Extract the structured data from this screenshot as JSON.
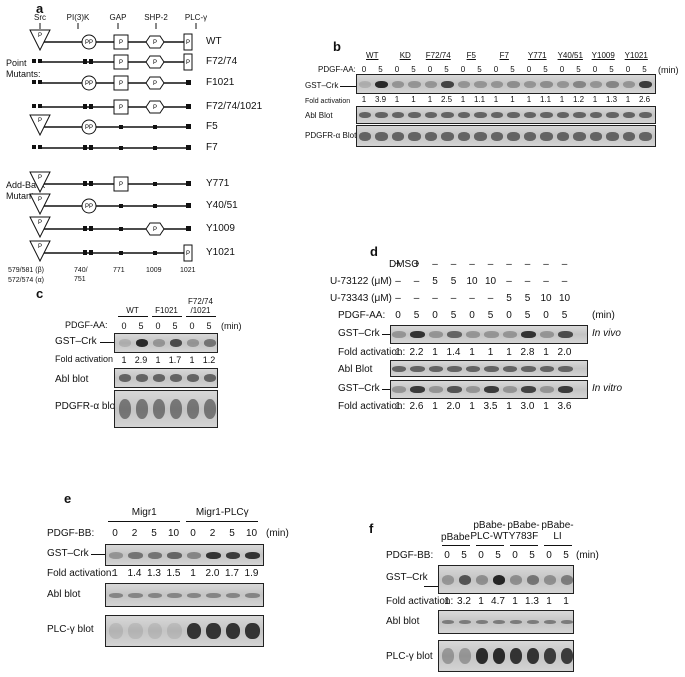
{
  "panels": {
    "a": "a",
    "b": "b",
    "c": "c",
    "d": "d",
    "e": "e",
    "f": "f"
  },
  "a": {
    "domains": [
      "Src",
      "PI(3)K",
      "GAP",
      "SHP-2",
      "PLC-γ"
    ],
    "group1": "Point\nMutants:",
    "group2": "Add-Back\nMutants:",
    "rows": [
      "WT",
      "F72/74",
      "F1021",
      "F72/74/1021",
      "F5",
      "F7",
      "Y771",
      "Y40/51",
      "Y1009",
      "Y1021"
    ],
    "marker_letters": {
      "pp": "PP",
      "p": "P"
    },
    "pos_labels": [
      "579/581 (β)",
      "572/574 (α)",
      "740/\n751",
      "771",
      "1009",
      "1021"
    ]
  },
  "b": {
    "lanes": [
      "WT",
      "KD",
      "F72/74",
      "F5",
      "F7",
      "Y771",
      "Y40/51",
      "Y1009",
      "Y1021"
    ],
    "pdgf_label": "PDGF-AA:",
    "time": [
      "0",
      "5"
    ],
    "min": "(min)",
    "gst": "GST–Crk",
    "fold_label": "Fold activation",
    "fold": [
      "1",
      "3.9",
      "1",
      "1",
      "1",
      "2.5",
      "1",
      "1.1",
      "1",
      "1",
      "1",
      "1.1",
      "1",
      "1.2",
      "1",
      "1.3",
      "1",
      "2.6"
    ],
    "abl": "Abl Blot",
    "pdgfr": "PDGFR-α Blot"
  },
  "c": {
    "lanes": [
      "WT",
      "F1021",
      "F72/74\n/1021"
    ],
    "pdgf_label": "PDGF-AA:",
    "time": [
      "0",
      "5",
      "0",
      "5",
      "0",
      "5"
    ],
    "min": "(min)",
    "gst": "GST–Crk",
    "fold_label": "Fold activation",
    "fold": [
      "1",
      "2.9",
      "1",
      "1.7",
      "1",
      "1.2"
    ],
    "abl": "Abl blot",
    "pdgfr": "PDGFR-α blot"
  },
  "d": {
    "dmso_label": "DMSO",
    "dmso": [
      "+",
      "+",
      "–",
      "–",
      "–",
      "–",
      "–",
      "–",
      "–",
      "–"
    ],
    "u73122_label": "U-73122 (μM)",
    "u73122": [
      "–",
      "–",
      "5",
      "5",
      "10",
      "10",
      "–",
      "–",
      "–",
      "–"
    ],
    "u73343_label": "U-73343 (μM)",
    "u73343": [
      "–",
      "–",
      "–",
      "–",
      "–",
      "–",
      "5",
      "5",
      "10",
      "10"
    ],
    "pdgf_label": "PDGF-AA:",
    "pdgf": [
      "0",
      "5",
      "0",
      "5",
      "0",
      "5",
      "0",
      "5",
      "0",
      "5"
    ],
    "min": "(min)",
    "gst": "GST–Crk",
    "invivo": "In vivo",
    "fold_label": "Fold activation:",
    "fold1": [
      "1",
      "2.2",
      "1",
      "1.4",
      "1",
      "1",
      "1",
      "2.8",
      "1",
      "2.0"
    ],
    "abl": "Abl Blot",
    "invitro": "In vitro",
    "fold2": [
      "1",
      "2.6",
      "1",
      "2.0",
      "1",
      "3.5",
      "1",
      "3.0",
      "1",
      "3.6"
    ]
  },
  "e": {
    "groups": [
      "Migr1",
      "Migr1-PLCγ"
    ],
    "pdgf_label": "PDGF-BB:",
    "time": [
      "0",
      "2",
      "5",
      "10",
      "0",
      "2",
      "5",
      "10"
    ],
    "min": "(min)",
    "gst": "GST–Crk",
    "fold_label": "Fold activation:",
    "fold": [
      "1",
      "1.4",
      "1.3",
      "1.5",
      "1",
      "2.0",
      "1.7",
      "1.9"
    ],
    "abl": "Abl blot",
    "plc": "PLC-γ blot"
  },
  "f": {
    "groups": [
      "pBabe",
      "pBabe-\nPLC-WT",
      "pBabe-\nY783F",
      "pBabe-\nLI"
    ],
    "pdgf_label": "PDGF-BB:",
    "time": [
      "0",
      "5",
      "0",
      "5",
      "0",
      "5",
      "0",
      "5"
    ],
    "min": "(min)",
    "gst": "GST–Crk",
    "fold_label": "Fold activation:",
    "fold": [
      "1",
      "3.2",
      "1",
      "4.7",
      "1",
      "1.3",
      "1",
      "1"
    ],
    "abl": "Abl blot",
    "plc": "PLC-γ blot"
  }
}
